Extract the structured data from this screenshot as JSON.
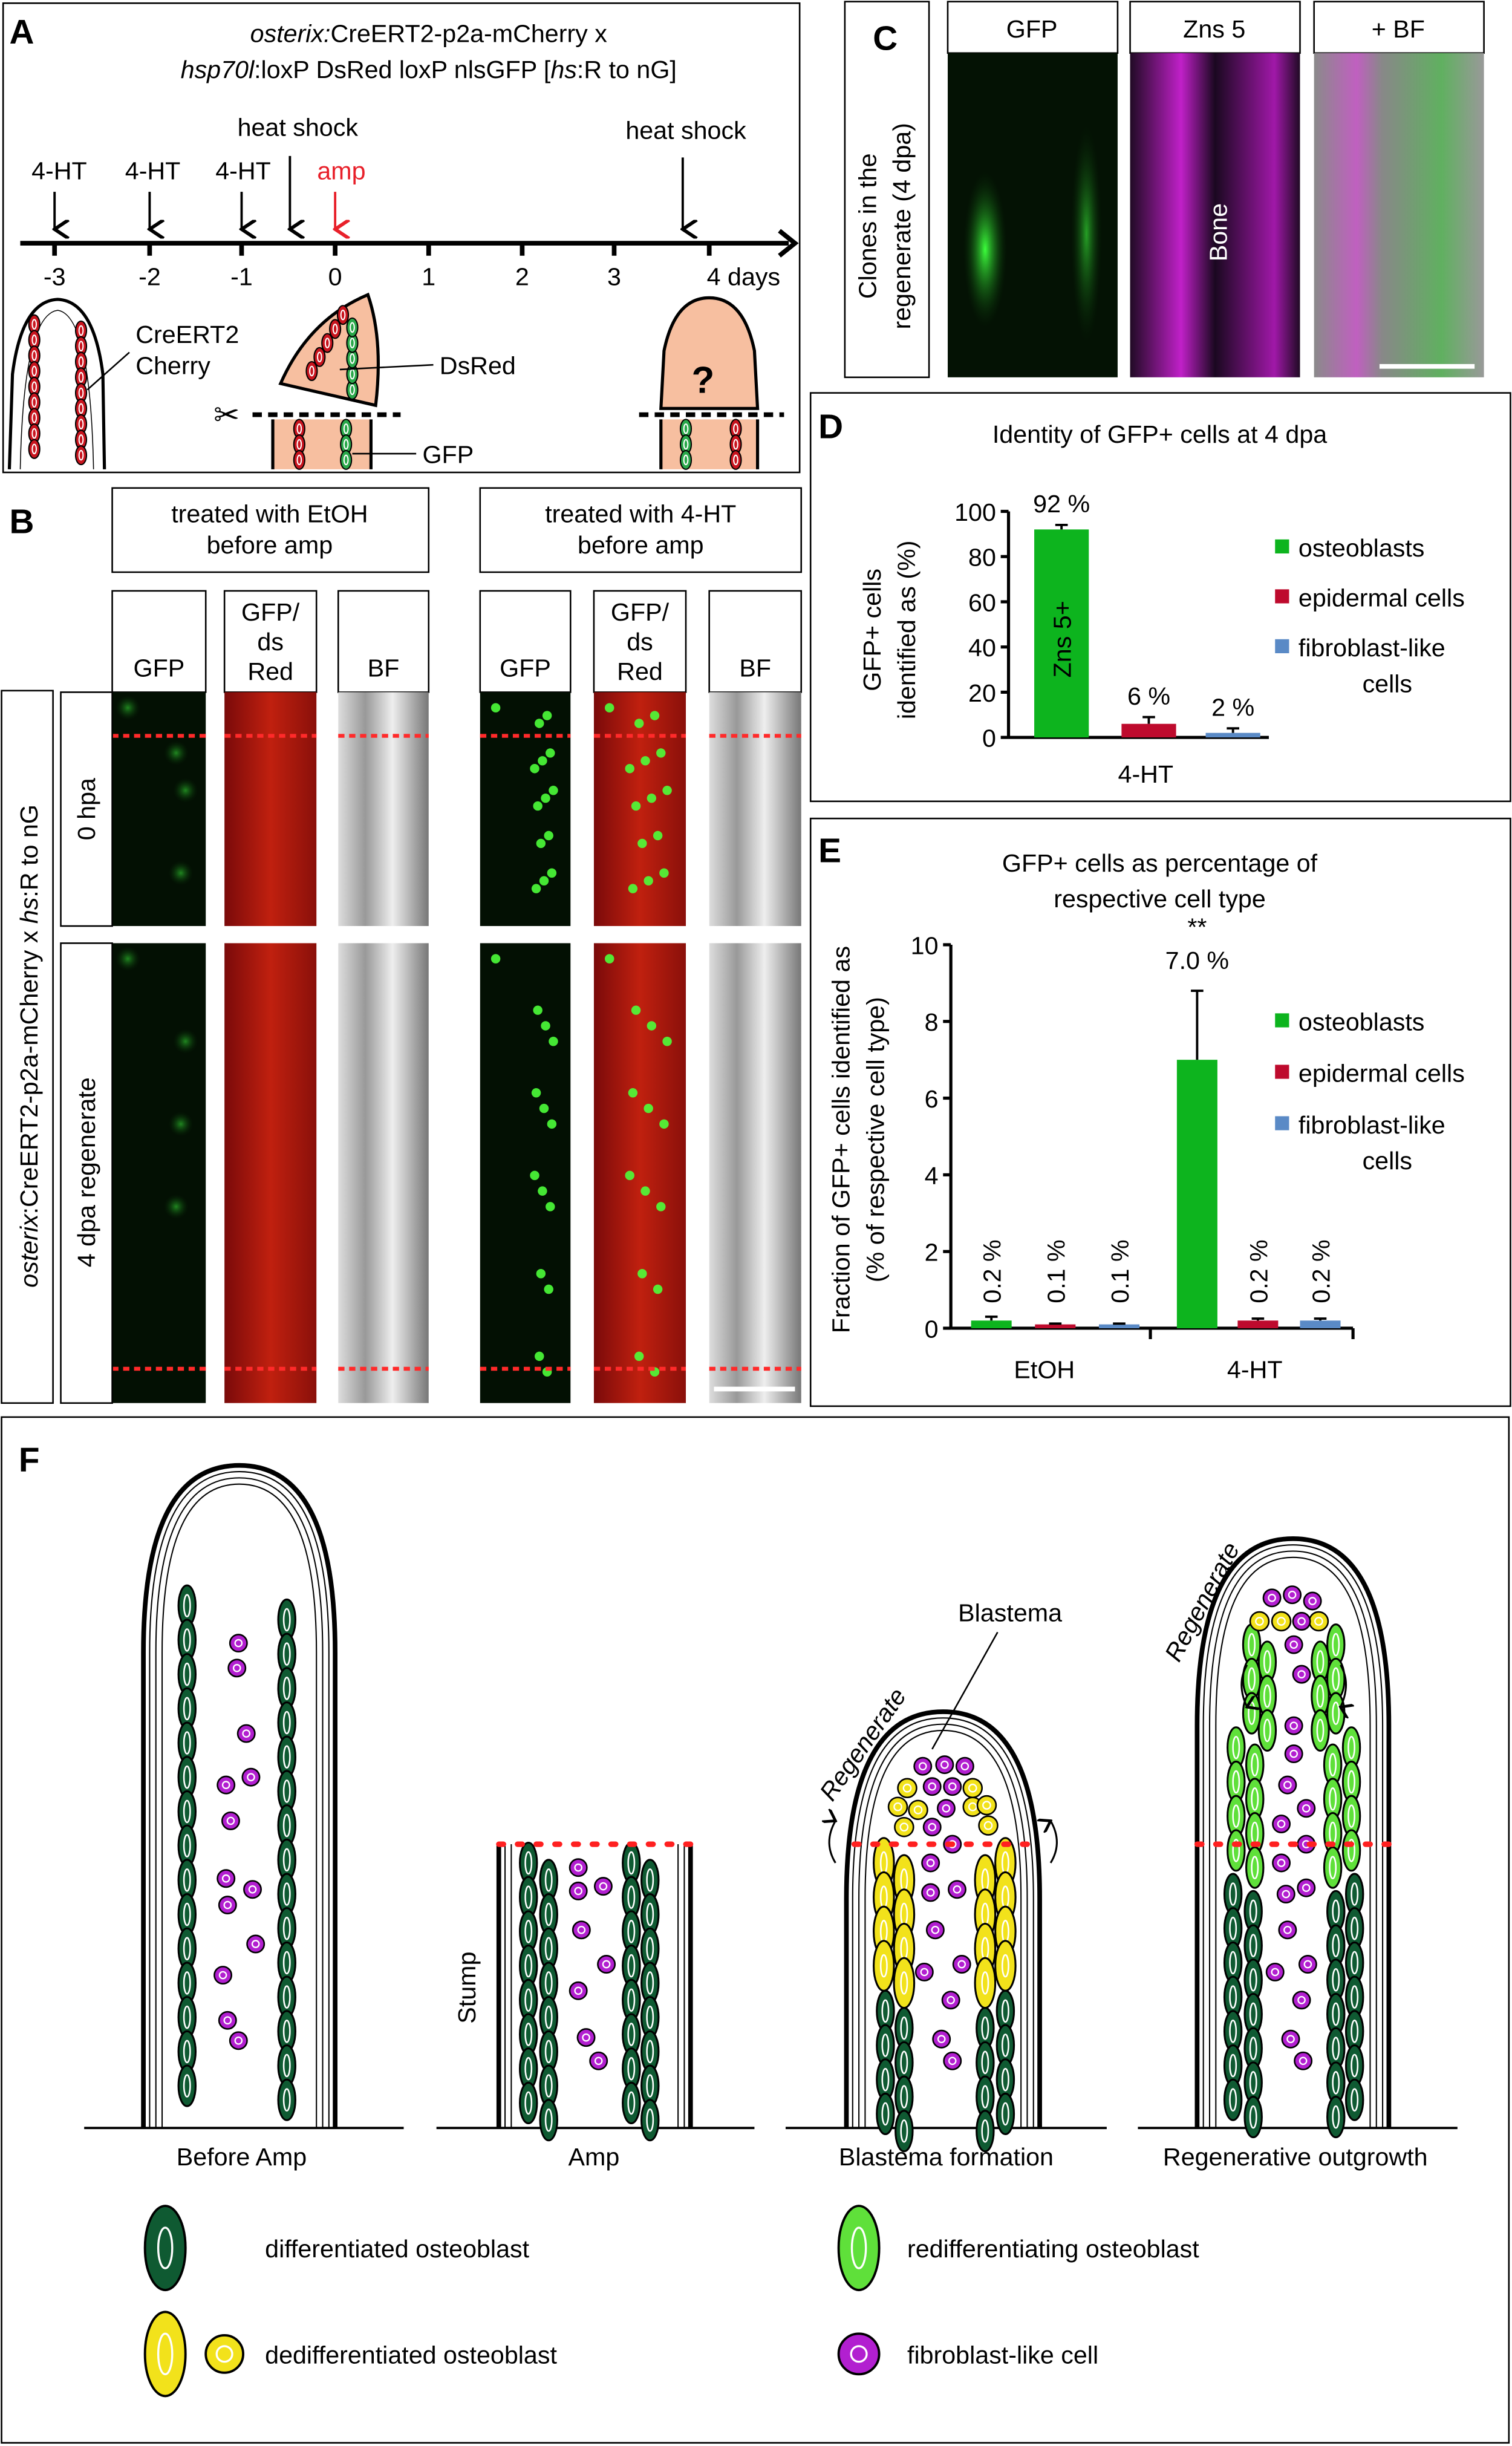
{
  "panel_a": {
    "letter": "A",
    "title_line1_italic": "osterix:",
    "title_line1_rest": "CreERT2-p2a-mCherry  x",
    "title_line2_italic1": "hsp70l",
    "title_line2_mid": ":loxP DsRed loxP nlsGFP [",
    "title_line2_italic2": "hs",
    "title_line2_end": ":R to nG]",
    "treatments": [
      "4-HT",
      "4-HT",
      "4-HT"
    ],
    "heat_shock_1": "heat shock",
    "heat_shock_2": "heat shock",
    "amp": "amp",
    "ticks": [
      "-3",
      "-2",
      "-1",
      "0",
      "1",
      "2",
      "3",
      "4 days"
    ],
    "label_creert2": "CreERT2",
    "label_cherry": "Cherry",
    "label_dsred": "DsRed",
    "label_gfp": "GFP",
    "question": "?",
    "amp_color": "#e8202a",
    "tissue_color": "#f7bfa0"
  },
  "panel_b": {
    "letter": "B",
    "group1": [
      "treated with EtOH",
      "before amp"
    ],
    "group2": [
      "treated with 4-HT",
      "before amp"
    ],
    "columns": [
      "GFP",
      "GFP/",
      "ds",
      "Red",
      "BF"
    ],
    "genotype_italic1": "osterix",
    "genotype_mid": ":CreERT2-p2a-mCherry  x  ",
    "genotype_italic2": "hs",
    "genotype_end": ":R to nG",
    "row1": "0 hpa",
    "row2": "4 dpa regenerate"
  },
  "panel_c": {
    "letter": "C",
    "side_label": [
      "Clones in the",
      "regenerate (4 dpa)"
    ],
    "columns": [
      "GFP",
      "Zns 5",
      "+ BF"
    ],
    "bone_label": "Bone"
  },
  "legend": {
    "items": [
      {
        "label": "osteoblasts",
        "color": "#0db41e"
      },
      {
        "label": "epidermal cells",
        "color": "#be0a2d"
      },
      {
        "label": "fibroblast-like",
        "label2": "cells",
        "color": "#5a8ac6"
      }
    ]
  },
  "chart_data": [
    {
      "panel": "D",
      "type": "bar",
      "title": "Identity of GFP+ cells at 4 dpa",
      "ylabel": [
        "GFP+ cells",
        "identified as (%)"
      ],
      "xlabel": "",
      "categories": [
        "4-HT"
      ],
      "series": [
        {
          "name": "osteoblasts",
          "values": [
            92
          ],
          "error": [
            2
          ],
          "label": "92 %"
        },
        {
          "name": "epidermal cells",
          "values": [
            6
          ],
          "error": [
            3
          ],
          "label": "6 %"
        },
        {
          "name": "fibroblast-like cells",
          "values": [
            2
          ],
          "error": [
            2
          ],
          "label": "2 %"
        }
      ],
      "bar_annotation": "Zns 5+",
      "ylim": [
        0,
        100
      ],
      "yticks": [
        "0",
        "20",
        "40",
        "60",
        "80",
        "100"
      ],
      "legend": "right"
    },
    {
      "panel": "E",
      "type": "bar",
      "title": [
        "GFP+ cells as percentage of",
        "respective cell type"
      ],
      "ylabel": [
        "Fraction of GFP+ cells identified as",
        "(% of respective cell type)"
      ],
      "categories": [
        "EtOH",
        "4-HT"
      ],
      "series": [
        {
          "name": "osteoblasts",
          "values": [
            0.2,
            7.0
          ],
          "error": [
            0.1,
            1.8
          ],
          "labels": [
            "0.2 %",
            "7.0 %"
          ]
        },
        {
          "name": "epidermal cells",
          "values": [
            0.1,
            0.2
          ],
          "error": [
            0.02,
            0.05
          ],
          "labels": [
            "0.1 %",
            "0.2 %"
          ]
        },
        {
          "name": "fibroblast-like cells",
          "values": [
            0.1,
            0.2
          ],
          "error": [
            0.02,
            0.05
          ],
          "labels": [
            "0.1 %",
            "0.2 %"
          ]
        }
      ],
      "significance": "**",
      "ylim": [
        0,
        10
      ],
      "yticks": [
        "0",
        "2",
        "4",
        "6",
        "8",
        "10"
      ],
      "legend": "right"
    }
  ],
  "panel_f": {
    "letter": "F",
    "stages": [
      "Before Amp",
      "Amp",
      "Blastema formation",
      "Regenerative outgrowth"
    ],
    "stump": "Stump",
    "blastema": "Blastema",
    "regenerate": "Regenerate",
    "legend": [
      {
        "label": "differentiated osteoblast",
        "color": "#0f5a32"
      },
      {
        "label": "dedifferentiated osteoblast",
        "color": "#f2e21b"
      },
      {
        "label": "redifferentiating osteoblast",
        "color": "#5fe03a"
      },
      {
        "label": "fibroblast-like cell",
        "color": "#b21fd0"
      }
    ]
  }
}
